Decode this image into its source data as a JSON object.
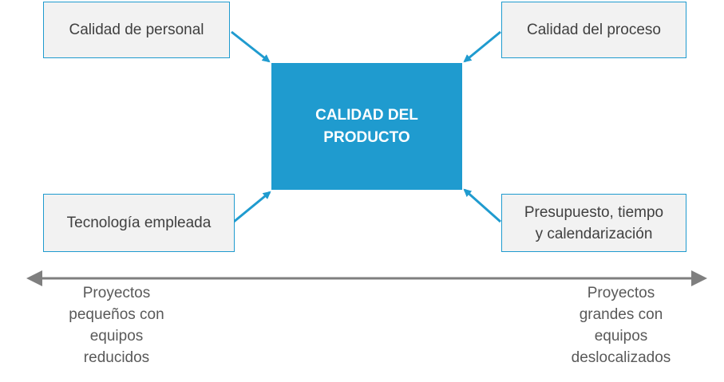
{
  "center": {
    "text": "CALIDAD DEL\nPRODUCTO"
  },
  "factors": {
    "top_left": "Calidad de personal",
    "top_right": "Calidad del proceso",
    "bottom_left": "Tecnología empleada",
    "bottom_right": "Presupuesto, tiempo\ny calendarización"
  },
  "scale": {
    "left_label": "Proyectos\npequeños con\nequipos\nreducidos",
    "right_label": "Proyectos\ngrandes con\nequipos\ndeslocalizados"
  },
  "colors": {
    "accent": "#1f9bcf",
    "box_fill": "#f2f2f2",
    "scale_arrow": "#7f7f7f"
  }
}
